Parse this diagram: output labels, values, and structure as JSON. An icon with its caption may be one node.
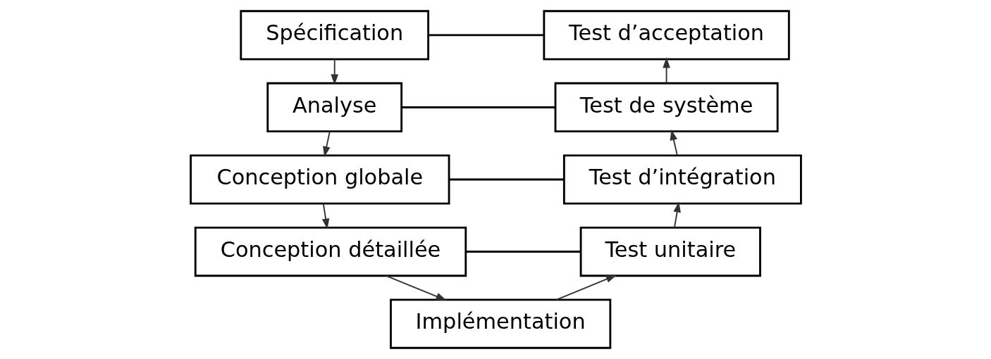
{
  "diagram": {
    "nodes": [
      {
        "text": [
          "Spécification"
        ]
      },
      {
        "text": [
          "Analyse"
        ]
      },
      {
        "text": [
          "Conception globale"
        ]
      },
      {
        "text": [
          "Conception détaillée"
        ]
      },
      {
        "text": [
          "Implémentation"
        ]
      },
      {
        "text": [
          "Test unitaire"
        ]
      },
      {
        "text": [
          "Test d’intégration"
        ]
      },
      {
        "text": [
          "Test de système"
        ]
      },
      {
        "text": [
          "Test d’acceptation"
        ]
      }
    ],
    "edges": [
      {
        "from": 0,
        "to": 1,
        "arrow": "to"
      },
      {
        "from": 1,
        "to": 2,
        "arrow": "to"
      },
      {
        "from": 2,
        "to": 3,
        "arrow": "to"
      },
      {
        "from": 3,
        "to": 4,
        "arrow": "to"
      },
      {
        "from": 4,
        "to": 5,
        "arrow": "to"
      },
      {
        "from": 5,
        "to": 6,
        "arrow": "to"
      },
      {
        "from": 6,
        "to": 7,
        "arrow": "to"
      },
      {
        "from": 7,
        "to": 8,
        "arrow": "to"
      },
      {
        "from": 0,
        "to": 8,
        "arrow": "none"
      },
      {
        "from": 1,
        "to": 7,
        "arrow": "none"
      },
      {
        "from": 2,
        "to": 6,
        "arrow": "none"
      },
      {
        "from": 3,
        "to": 5,
        "arrow": "none"
      }
    ]
  }
}
